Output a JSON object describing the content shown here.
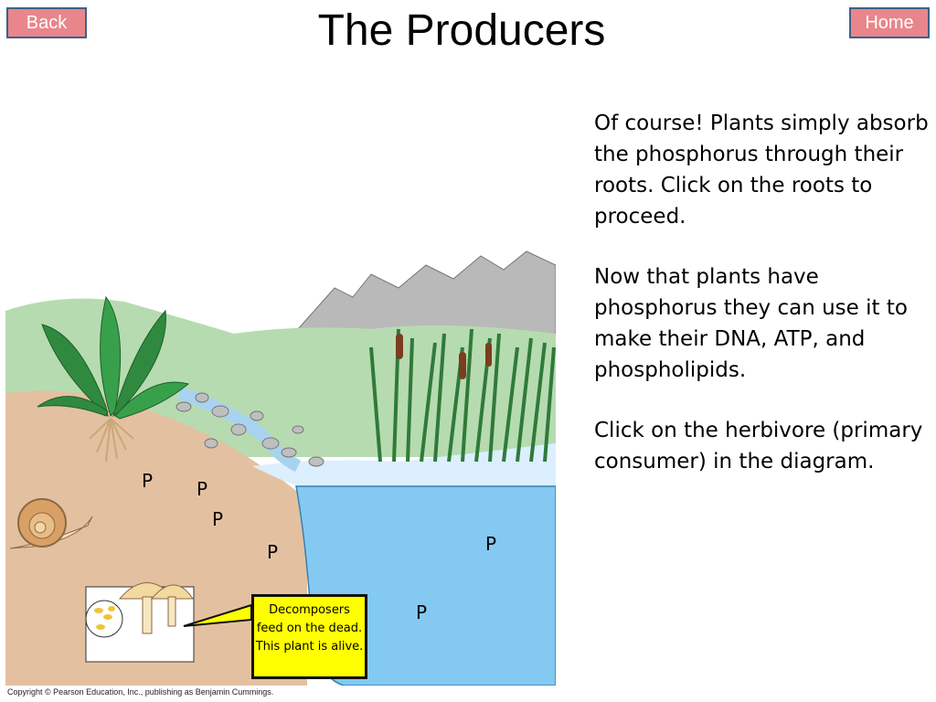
{
  "nav": {
    "back_label": "Back",
    "home_label": "Home"
  },
  "title": "The Producers",
  "paragraphs": [
    "Of course! Plants simply absorb the phosphorus through their roots. Click on the roots to proceed.",
    "Now that plants have phosphorus they can use it to make their DNA, ATP, and phospholipids.",
    "Click on the herbivore (primary consumer) in the diagram."
  ],
  "callout": "Decomposers feed on the dead. This plant is alive.",
  "p_labels": [
    "P",
    "P",
    "P",
    "P",
    "P",
    "P"
  ],
  "copyright": "Copyright © Pearson Education, Inc., publishing as Benjamin Cummings."
}
